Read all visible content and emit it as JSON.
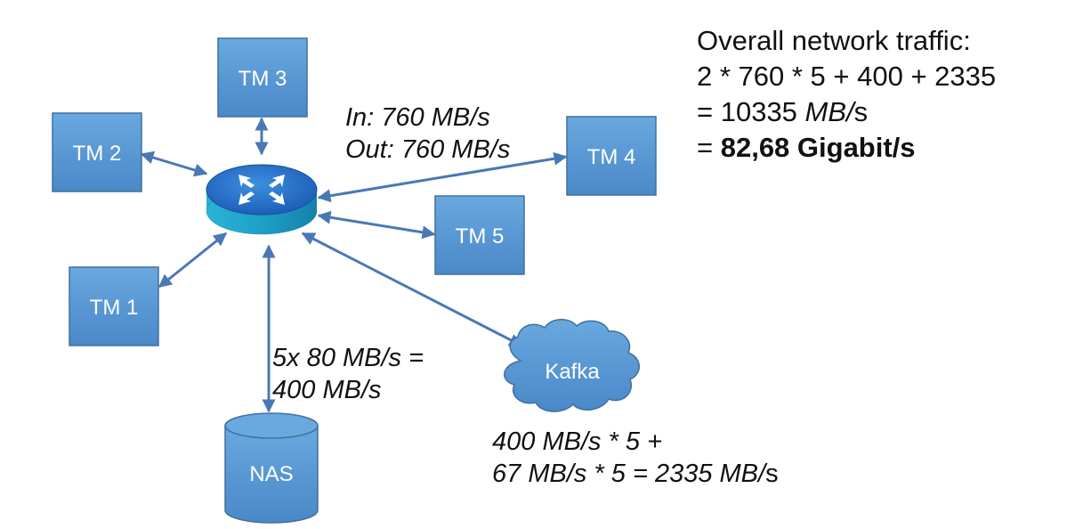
{
  "nodes": {
    "tm1": "TM 1",
    "tm2": "TM 2",
    "tm3": "TM 3",
    "tm4": "TM 4",
    "tm5": "TM 5",
    "kafka": "Kafka",
    "nas": "NAS"
  },
  "annotations": {
    "tm4_in": "In: 760 MB/s",
    "tm4_out": "Out: 760 MB/s",
    "nas_line1": "5x  80 MB/s =",
    "nas_line2": "400 MB/s",
    "kafka_line1": "400 MB/s * 5 +",
    "kafka_line2_a": "67 MB/s * 5 = 2335 MB/",
    "kafka_line2_b": "s"
  },
  "summary": {
    "line1": "Overall network traffic:",
    "line2": "2 * 760 * 5 + 400 + 2335",
    "line3_prefix": "= 10335 ",
    "line3_unit_a": "MB/",
    "line3_unit_b": "s",
    "line4_prefix": "= ",
    "line4_bold": "82,68 Gigabit/s"
  },
  "colors": {
    "node_fill": "#5b9bd5",
    "node_border": "#41719c",
    "connector": "#4a78b5",
    "router_top": "#2f86d6",
    "router_side": "#1f9fc0"
  }
}
